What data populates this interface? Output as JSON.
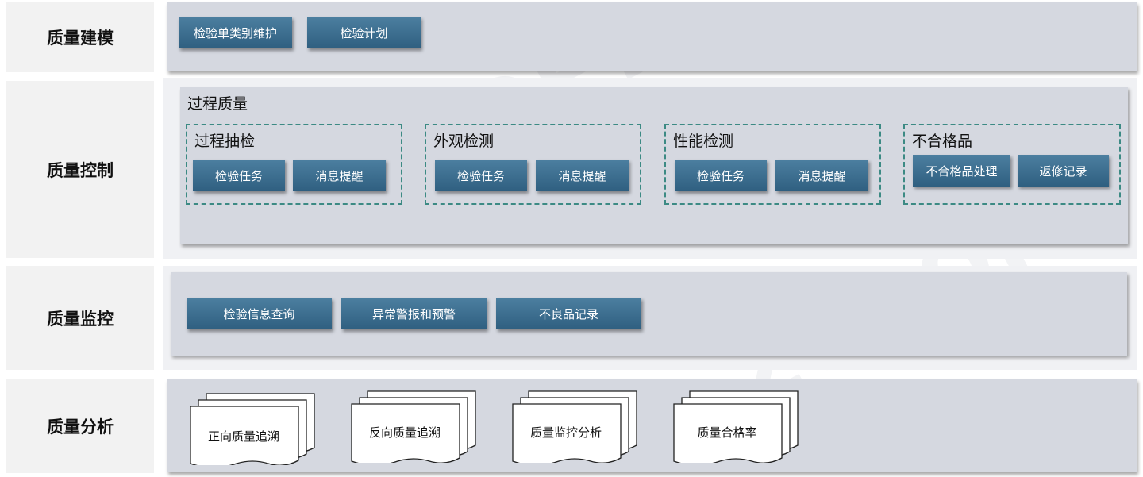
{
  "rows": {
    "modeling": {
      "label": "质量建模",
      "buttons": [
        "检验单类别维护",
        "检验计划"
      ]
    },
    "control": {
      "label": "质量控制",
      "section_title": "过程质量",
      "groups": [
        {
          "title": "过程抽检",
          "buttons": [
            "检验任务",
            "消息提醒"
          ]
        },
        {
          "title": "外观检测",
          "buttons": [
            "检验任务",
            "消息提醒"
          ]
        },
        {
          "title": "性能检测",
          "buttons": [
            "检验任务",
            "消息提醒"
          ]
        },
        {
          "title": "不合格品",
          "buttons": [
            "不合格品处理",
            "返修记录"
          ]
        }
      ]
    },
    "monitoring": {
      "label": "质量监控",
      "buttons": [
        "检验信息查询",
        "异常警报和预警",
        "不良品记录"
      ]
    },
    "analysis": {
      "label": "质量分析",
      "docs": [
        "正向质量追溯",
        "反向质量追溯",
        "质量监控分析",
        "质量合格率"
      ]
    }
  },
  "colors": {
    "button": "#3a6a8c",
    "panel": "#d5d8e0",
    "dashed_border": "#3c8a84"
  }
}
